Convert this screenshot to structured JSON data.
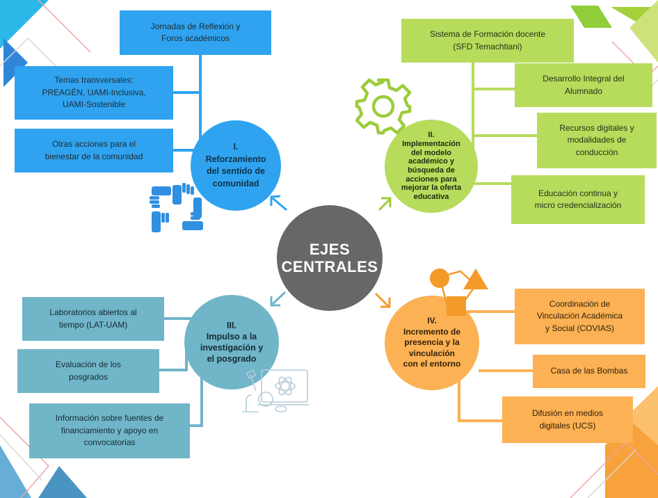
{
  "center": {
    "label": "EJES\nCENTRALES"
  },
  "axis1": {
    "label": "I.\nReforzamiento\ndel sentido de\ncomunidad",
    "items": [
      "Jornadas de Reflexión y\nForos académicos",
      "Temas transversales:\nPREAGÉN, UAMI-Inclusiva,\nUAMI-Sostenible",
      "Otras acciones para el\nbienestar de la comunidad"
    ]
  },
  "axis2": {
    "label": "II.\nImplementación\ndel modelo\nacadémico y\nbúsqueda de\nacciones para\nmejorar la oferta\neducativa",
    "items": [
      "Sistema de Formación docente\n(SFD Temachtiani)",
      "Desarrollo Integral del\nAlumnado",
      "Recursos digitales y\nmodalidades de\nconducción",
      "Educación continua y\nmicro credencialización"
    ]
  },
  "axis3": {
    "label": "III.\nImpulso a la\ninvestigación y\nel posgrado",
    "items": [
      "Laboratorios abiertos al\ntiempo (LAT-UAM)",
      "Evaluación de los\nposgrados",
      "Información sobre fuentes de\nfinanciamiento y apoyo en\nconvocatorias"
    ]
  },
  "axis4": {
    "label": "IV.\nIncremento de\npresencia y la\nvinculación\ncon el entorno",
    "items": [
      "Coordinación de\nVinculación Académica\ny Social (COVIAS)",
      "Casa de las Bombas",
      "Difusión en medios\ndigitales (UCS)"
    ]
  },
  "colors": {
    "blue": "#2fa3ef",
    "green": "#b7dc5c",
    "orange": "#fbb154",
    "teal": "#71b5c9",
    "center": "#676767"
  },
  "icons": [
    "hands-icon",
    "gear-icon",
    "shapes-icon",
    "laboratory-icon"
  ]
}
